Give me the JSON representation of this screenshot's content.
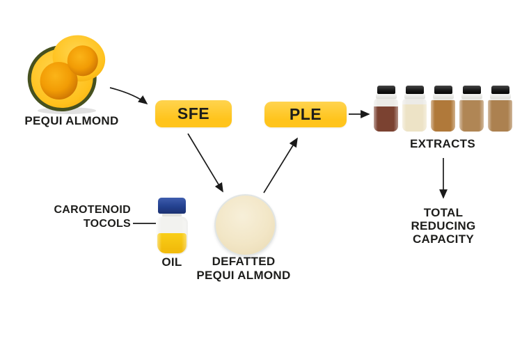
{
  "colors": {
    "text_black": "#1D1D1B",
    "button_yellow": "#FFC41C",
    "button_yellow_light": "#FFD44F",
    "flour_cream": "#F2E6C6",
    "oil_yellow": "#F2BC0C",
    "cap_blue": "#24418F",
    "fruit_flesh_yellow": "#FFC11D",
    "fruit_seed_orange": "#F29C05",
    "fruit_rind_green": "#46511F",
    "arrow_black": "#1A1A1A"
  },
  "nodes": {
    "pequi_almond": {
      "label": "PEQUI ALMOND"
    },
    "sfe": {
      "label": "SFE"
    },
    "ple": {
      "label": "PLE"
    },
    "oil": {
      "label": "OIL"
    },
    "carotenoid_tocols": {
      "label": "CAROTENOID\nTOCOLS"
    },
    "defatted": {
      "label": "DEFATTED\nPEQUI ALMOND"
    },
    "extracts": {
      "label": "EXTRACTS"
    },
    "total_reducing_capacity": {
      "label": "TOTAL\nREDUCING\nCAPACITY"
    }
  },
  "extract_vials": [
    {
      "name": "extract-vial-1",
      "liquid_color": "#7B4231",
      "fill_level": 0.76
    },
    {
      "name": "extract-vial-2",
      "liquid_color": "#EDE3C6",
      "fill_level": 0.84
    },
    {
      "name": "extract-vial-3",
      "liquid_color": "#B0793A",
      "fill_level": 0.95
    },
    {
      "name": "extract-vial-4",
      "liquid_color": "#B08655",
      "fill_level": 0.95
    },
    {
      "name": "extract-vial-5",
      "liquid_color": "#AC8150",
      "fill_level": 0.95
    }
  ]
}
